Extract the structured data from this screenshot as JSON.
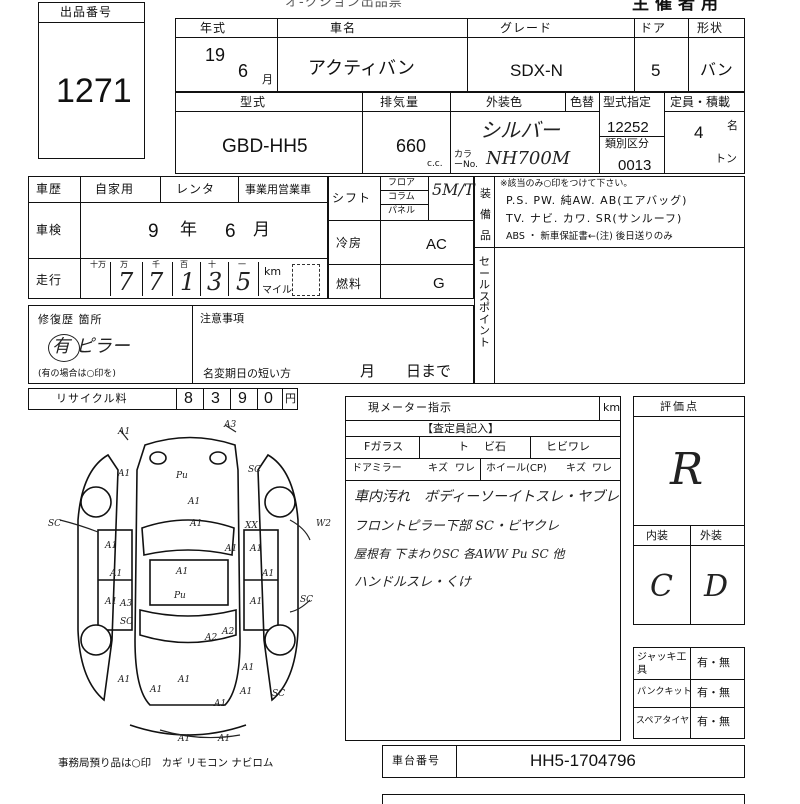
{
  "header": {
    "top_fragment": "オ-クション出品票",
    "owner_label": "主催者用"
  },
  "lot": {
    "label": "出品番号",
    "value": "1271"
  },
  "vehicle": {
    "year_label": "年式",
    "year": "19",
    "month": "6",
    "month_unit": "月",
    "name_label": "車名",
    "name": "アクティバン",
    "grade_label": "グレード",
    "grade": "SDX-N",
    "doors_label": "ドア",
    "doors": "5",
    "shape_label": "形状",
    "shape": "バン",
    "model_label": "型式",
    "model": "GBD-HH5",
    "displacement_label": "排気量",
    "displacement": "660",
    "cc_unit": "c.c.",
    "exterior_label": "外装色",
    "exterior_color": "シルバー",
    "color_number_label": "色替",
    "color_no_label": "カラーNo.",
    "color_no": "NH700M",
    "type_designation_label": "型式指定",
    "type_designation": "12252",
    "category_label": "類別区分",
    "category": "0013",
    "capacity_label": "定員・積載",
    "capacity": "4",
    "capacity_unit": "名",
    "load_unit": "トン"
  },
  "history": {
    "label": "車歴",
    "private": "自家用",
    "rental": "レンタ",
    "business": "事業用営業車",
    "inspection_label": "車検",
    "inspection_year": "9",
    "year_unit": "年",
    "inspection_month": "6",
    "month_unit": "月",
    "mileage_label": "走行",
    "digit_labels": [
      "十万",
      "万",
      "千",
      "百",
      "十",
      "一"
    ],
    "mileage_digits": [
      "7",
      "7",
      "1",
      "3",
      "5"
    ],
    "km_label": "km",
    "mile_label": "マイル"
  },
  "shift": {
    "label": "シフト",
    "options": [
      "フロア",
      "コラム",
      "パネル"
    ],
    "value": "5M/T",
    "ac_label": "冷房",
    "ac_value": "AC",
    "fuel_label": "燃料",
    "fuel_value": "G"
  },
  "equipment": {
    "label": "装備品",
    "note": "※該当のみ○印をつけて下さい。",
    "row1": "P.S. PW. 純AW. AB(エアバッグ)",
    "row2": "TV. ナビ. カワ. SR(サンルーフ)",
    "row3": "ABS ・ 新車保証書←(注) 後日送りのみ"
  },
  "sales_point": {
    "label": "セールスポイント"
  },
  "repair": {
    "label": "修復歴 箇所",
    "value": "有 ピラー",
    "note": "(有の場合は○印を)"
  },
  "notes": {
    "label": "注意事項",
    "name_change_label": "名変期日の短い方",
    "month_unit": "月",
    "day_unit": "日まで"
  },
  "recycle": {
    "label": "リサイクル料",
    "digits": [
      "8",
      "3",
      "9",
      "0"
    ],
    "unit": "円"
  },
  "inspection": {
    "meter_label": "現メーター指示",
    "meter_unit": "km",
    "inspector_title": "【査定員記入】",
    "glass_label": "Fガラス",
    "glass_options": [
      "ト",
      "ビ石",
      "ヒビワレ"
    ],
    "mirror_label": "ドアミラー",
    "mirror_options": [
      "キズ",
      "ワレ"
    ],
    "wheel_label": "ホイール(CP)",
    "wheel_options": [
      "キズ",
      "ワレ"
    ],
    "comments": [
      "車内汚れ　ボディーソーイトスレ・ヤブレ",
      "フロントピラー下部 SC・ビヤクレ",
      "屋根有 下まわりSC 各AWW Pu SC 他",
      "ハンドルスレ・くけ"
    ]
  },
  "score": {
    "label": "評価点",
    "value": "R",
    "interior_label": "内装",
    "interior_value": "C",
    "exterior_label": "外装",
    "exterior_value": "D"
  },
  "tools": {
    "jack_label": "ジャッキ工具",
    "jack_value": "有・無",
    "puncture_label": "パンクキット",
    "puncture_value": "有・無",
    "spare_label": "スペアタイヤ",
    "spare_value": "有・無"
  },
  "diagram_marks": [
    "A1",
    "A3",
    "A1",
    "SC",
    "A1",
    "Pu",
    "A1",
    "A1",
    "A1",
    "A2",
    "W2",
    "SC",
    "XX",
    "A1",
    "A1",
    "A1",
    "A3",
    "A2",
    "A1",
    "SC",
    "A1",
    "A1",
    "Pu",
    "A1",
    "A1",
    "A1",
    "A1",
    "A1",
    "A1",
    "SC",
    "SC",
    "A1",
    "A1"
  ],
  "office": {
    "items": "事務局預り品は○印　カギ リモコン ナビロム"
  },
  "chassis": {
    "label": "車台番号",
    "value": "HH5-1704796"
  }
}
